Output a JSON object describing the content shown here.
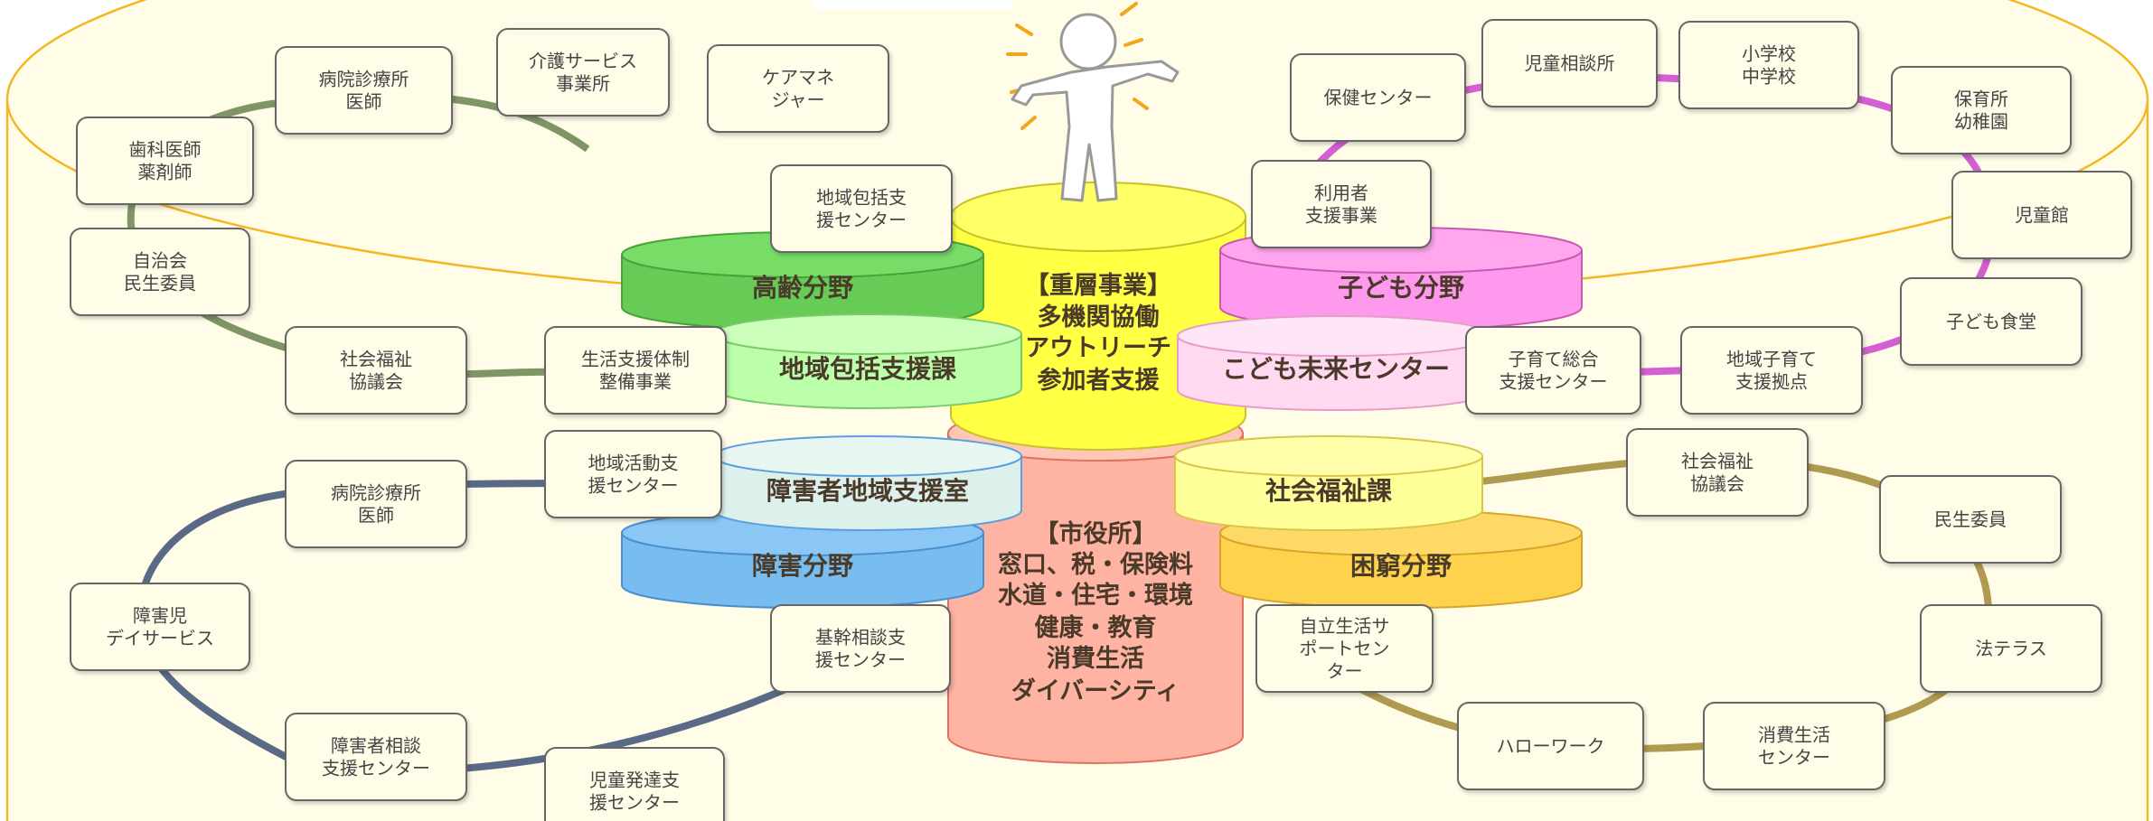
{
  "colors": {
    "background_cream": "#fffde8",
    "outer_outline": "#f2b722",
    "ring_elderly": "#7f9566",
    "ring_child": "#d35fd1",
    "ring_disability": "#5a6a86",
    "ring_poverty": "#b09a4f",
    "node_fill": "#fffde8",
    "node_stroke": "#666666"
  },
  "cylinders": {
    "jusou": {
      "lines": [
        "【重層事業】",
        "多機関協働",
        "アウトリーチ",
        "参加者支援"
      ],
      "top": "#ffff66",
      "body": "#ffff44",
      "stroke": "#c9c02a"
    },
    "shiyakusho": {
      "lines": [
        "【市役所】",
        "窓口、税・保険料",
        "水道・住宅・環境",
        "健康・教育",
        "消費生活",
        "ダイバーシティ"
      ],
      "top": "#ffc7b8",
      "body": "#ffb3a3",
      "stroke": "#e07060"
    },
    "koureibunya": {
      "label": "高齢分野",
      "top": "#77dd66",
      "body": "#66cc55",
      "stroke": "#4aa13a"
    },
    "chiikihoukatsu": {
      "label": "地域包括支援課",
      "top": "#ccffbb",
      "body": "#bbffaa",
      "stroke": "#7cc96a"
    },
    "kodomobunya": {
      "label": "子ども分野",
      "top": "#ffa6ee",
      "body": "#ff99ee",
      "stroke": "#c65bb4"
    },
    "kodomomirai": {
      "label": "こども未来センター",
      "top": "#ffe6f6",
      "body": "#ffd9f0",
      "stroke": "#e59cc9"
    },
    "shougaichiiki": {
      "label": "障害者地域支援室",
      "top": "#e8f6f2",
      "body": "#ddf1ec",
      "stroke": "#5aa0de"
    },
    "shougaibunya": {
      "label": "障害分野",
      "top": "#8ac7f5",
      "body": "#78bdf0",
      "stroke": "#4a8fd0"
    },
    "shakaifukushika": {
      "label": "社会福祉課",
      "top": "#ffffaa",
      "body": "#ffff99",
      "stroke": "#d6c64a"
    },
    "konkyubunya": {
      "label": "困窮分野",
      "top": "#ffd966",
      "body": "#ffd24d",
      "stroke": "#d6a62a"
    }
  },
  "nodes": [
    {
      "id": "byouin1",
      "text": [
        "病院診療所",
        "医師"
      ]
    },
    {
      "id": "kaigo",
      "text": [
        "介護サービス",
        "事業所"
      ]
    },
    {
      "id": "caremane",
      "text": [
        "ケアマネ",
        "ジャー"
      ]
    },
    {
      "id": "shika",
      "text": [
        "歯科医師",
        "薬剤師"
      ]
    },
    {
      "id": "chiikihoukatsu_center",
      "text": [
        "地域包括支",
        "援センター"
      ]
    },
    {
      "id": "jichikai",
      "text": [
        "自治会",
        "民生委員"
      ]
    },
    {
      "id": "shakyo1",
      "text": [
        "社会福祉",
        "協議会"
      ]
    },
    {
      "id": "seikatsushien",
      "text": [
        "生活支援体制",
        "整備事業"
      ]
    },
    {
      "id": "hoken",
      "text": [
        "保健センター"
      ]
    },
    {
      "id": "jidousoudan",
      "text": [
        "児童相談所"
      ]
    },
    {
      "id": "shougakkou",
      "text": [
        "小学校",
        "中学校"
      ]
    },
    {
      "id": "hoikusho",
      "text": [
        "保育所",
        "幼稚園"
      ]
    },
    {
      "id": "riyousha",
      "text": [
        "利用者",
        "支援事業"
      ]
    },
    {
      "id": "jidoukan",
      "text": [
        "児童館"
      ]
    },
    {
      "id": "kodomoshokudou",
      "text": [
        "子ども食堂"
      ]
    },
    {
      "id": "kosodate_sougou",
      "text": [
        "子育て総合",
        "支援センター"
      ]
    },
    {
      "id": "chiiki_kosodate",
      "text": [
        "地域子育て",
        "支援拠点"
      ]
    },
    {
      "id": "chiikikatsudou",
      "text": [
        "地域活動支",
        "援センター"
      ]
    },
    {
      "id": "byouin2",
      "text": [
        "病院診療所",
        "医師"
      ]
    },
    {
      "id": "shougaiji",
      "text": [
        "障害児",
        "デイサービス"
      ]
    },
    {
      "id": "kikan",
      "text": [
        "基幹相談支",
        "援センター"
      ]
    },
    {
      "id": "shougaisoudan",
      "text": [
        "障害者相談",
        "支援センター"
      ]
    },
    {
      "id": "jidouhattatsu",
      "text": [
        "児童発達支",
        "援センター"
      ]
    },
    {
      "id": "shakyo2",
      "text": [
        "社会福祉",
        "協議会"
      ]
    },
    {
      "id": "minsei",
      "text": [
        "民生委員"
      ]
    },
    {
      "id": "jiritsu",
      "text": [
        "自立生活サ",
        "ポートセン",
        "ター"
      ]
    },
    {
      "id": "houterasu",
      "text": [
        "法テラス"
      ]
    },
    {
      "id": "hellowork",
      "text": [
        "ハローワーク"
      ]
    },
    {
      "id": "shouhi",
      "text": [
        "消費生活",
        "センター"
      ]
    }
  ]
}
